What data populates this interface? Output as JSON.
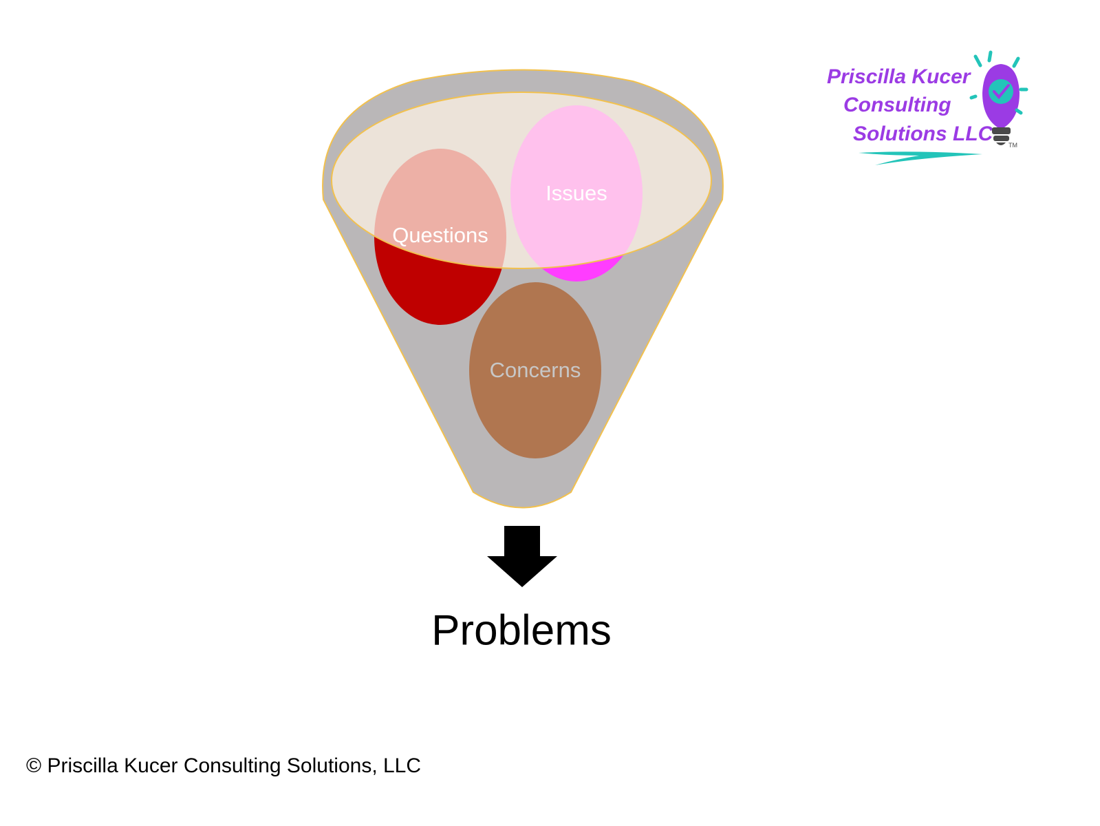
{
  "diagram": {
    "bubbles": {
      "questions": {
        "label": "Questions",
        "fill": "#bf0000",
        "text_color": "#ffffff"
      },
      "issues": {
        "label": "Issues",
        "fill": "#ff3dff",
        "text_color": "#ffffff"
      },
      "concerns": {
        "label": "Concerns",
        "fill": "#b07650",
        "text_color": "#c7c7c7"
      }
    },
    "output": {
      "label": "Problems"
    }
  },
  "logo": {
    "line1": "Priscilla Kucer",
    "line2": "Consulting",
    "line3": "Solutions LLC",
    "tm": "TM"
  },
  "footer": {
    "copyright": "© Priscilla Kucer Consulting Solutions, LLC"
  },
  "colors": {
    "funnel": "#bab7b8",
    "funnel_outline": "#f2c14e",
    "funnel_mouth": "#fff4e6",
    "brand_purple": "#9b3be4",
    "brand_teal": "#23c4b9",
    "arrow": "#000000"
  }
}
